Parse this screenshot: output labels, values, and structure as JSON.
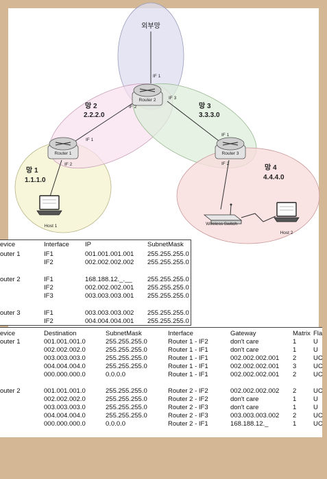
{
  "diagram": {
    "external_net": "외부망",
    "networks": [
      {
        "name": "망 1",
        "addr": "1.1.1.0"
      },
      {
        "name": "망 2",
        "addr": "2.2.2.0"
      },
      {
        "name": "망 3",
        "addr": "3.3.3.0"
      },
      {
        "name": "망 4",
        "addr": "4.4.4.0"
      }
    ],
    "routers": [
      "Router 1",
      "Router 2",
      "Router 3"
    ],
    "interfaces": {
      "r1_if1": "IF 1",
      "r1_if2": "IF 2",
      "r2_if1": "IF 1",
      "r2_if2": "IF 2",
      "r2_if3": "IF 3",
      "r3_if1": "IF 1",
      "r3_if2": "IF 2"
    },
    "hosts": [
      "Host 1",
      "Host 2"
    ],
    "switch": "Wireless Switch"
  },
  "colors": {
    "external": "#dcdcf0",
    "net1": "#f6f4d4",
    "net2": "#f8e0ee",
    "net3": "#dcedd8",
    "net4": "#f8dcdc"
  },
  "ip_table": {
    "headers": [
      "evice",
      "Interface",
      "IP",
      "SubnetMask"
    ],
    "rows": [
      [
        "outer 1",
        "IF1",
        "001.001.001.001",
        "255.255.255.0"
      ],
      [
        "",
        "IF2",
        "002.002.002.002",
        "255.255.255.0"
      ],
      [
        "outer 2",
        "IF1",
        "168.188.12._.__",
        "255.255.255.0"
      ],
      [
        "",
        "IF2",
        "002.002.002.001",
        "255.255.255.0"
      ],
      [
        "",
        "IF3",
        "003.003.003.001",
        "255.255.255.0"
      ],
      [
        "outer 3",
        "IF1",
        "003.003.003.002",
        "255.255.255.0"
      ],
      [
        "",
        "IF2",
        "004.004.004.001",
        "255.255.255.0"
      ]
    ]
  },
  "route_table": {
    "headers": [
      "evice",
      "Destination",
      "SubnetMask",
      "Interface",
      "Gateway",
      "Matrix",
      "Fla"
    ],
    "rows": [
      [
        "outer 1",
        "001.001.001.0",
        "255.255.255.0",
        "Router 1 - IF2",
        "don't care",
        "1",
        "U"
      ],
      [
        "",
        "002.002.002.0",
        "255.255.255.0",
        "Router 1 - IF1",
        "don't care",
        "1",
        "U"
      ],
      [
        "",
        "003.003.003.0",
        "255.255.255.0",
        "Router 1 - IF1",
        "002.002.002.001",
        "2",
        "UC"
      ],
      [
        "",
        "004.004.004.0",
        "255.255.255.0",
        "Router 1 - IF1",
        "002.002.002.001",
        "3",
        "UC"
      ],
      [
        "",
        "000.000.000.0",
        "0.0.0.0",
        "Router 1 - IF1",
        "002.002.002.001",
        "2",
        "UC"
      ],
      [
        "outer 2",
        "001.001.001.0",
        "255.255.255.0",
        "Router 2 - IF2",
        "002.002.002.002",
        "2",
        "UC"
      ],
      [
        "",
        "002.002.002.0",
        "255.255.255.0",
        "Router 2 - IF2",
        "don't care",
        "1",
        "U"
      ],
      [
        "",
        "003.003.003.0",
        "255.255.255.0",
        "Router 2 - IF3",
        "don't care",
        "1",
        "U"
      ],
      [
        "",
        "004.004.004.0",
        "255.255.255.0",
        "Router 2 - IF3",
        "003.003.003.002",
        "2",
        "UC"
      ],
      [
        "",
        "000.000.000.0",
        "0.0.0.0",
        "Router 2 - IF1",
        "168.188.12._",
        "1",
        "UC"
      ]
    ]
  }
}
